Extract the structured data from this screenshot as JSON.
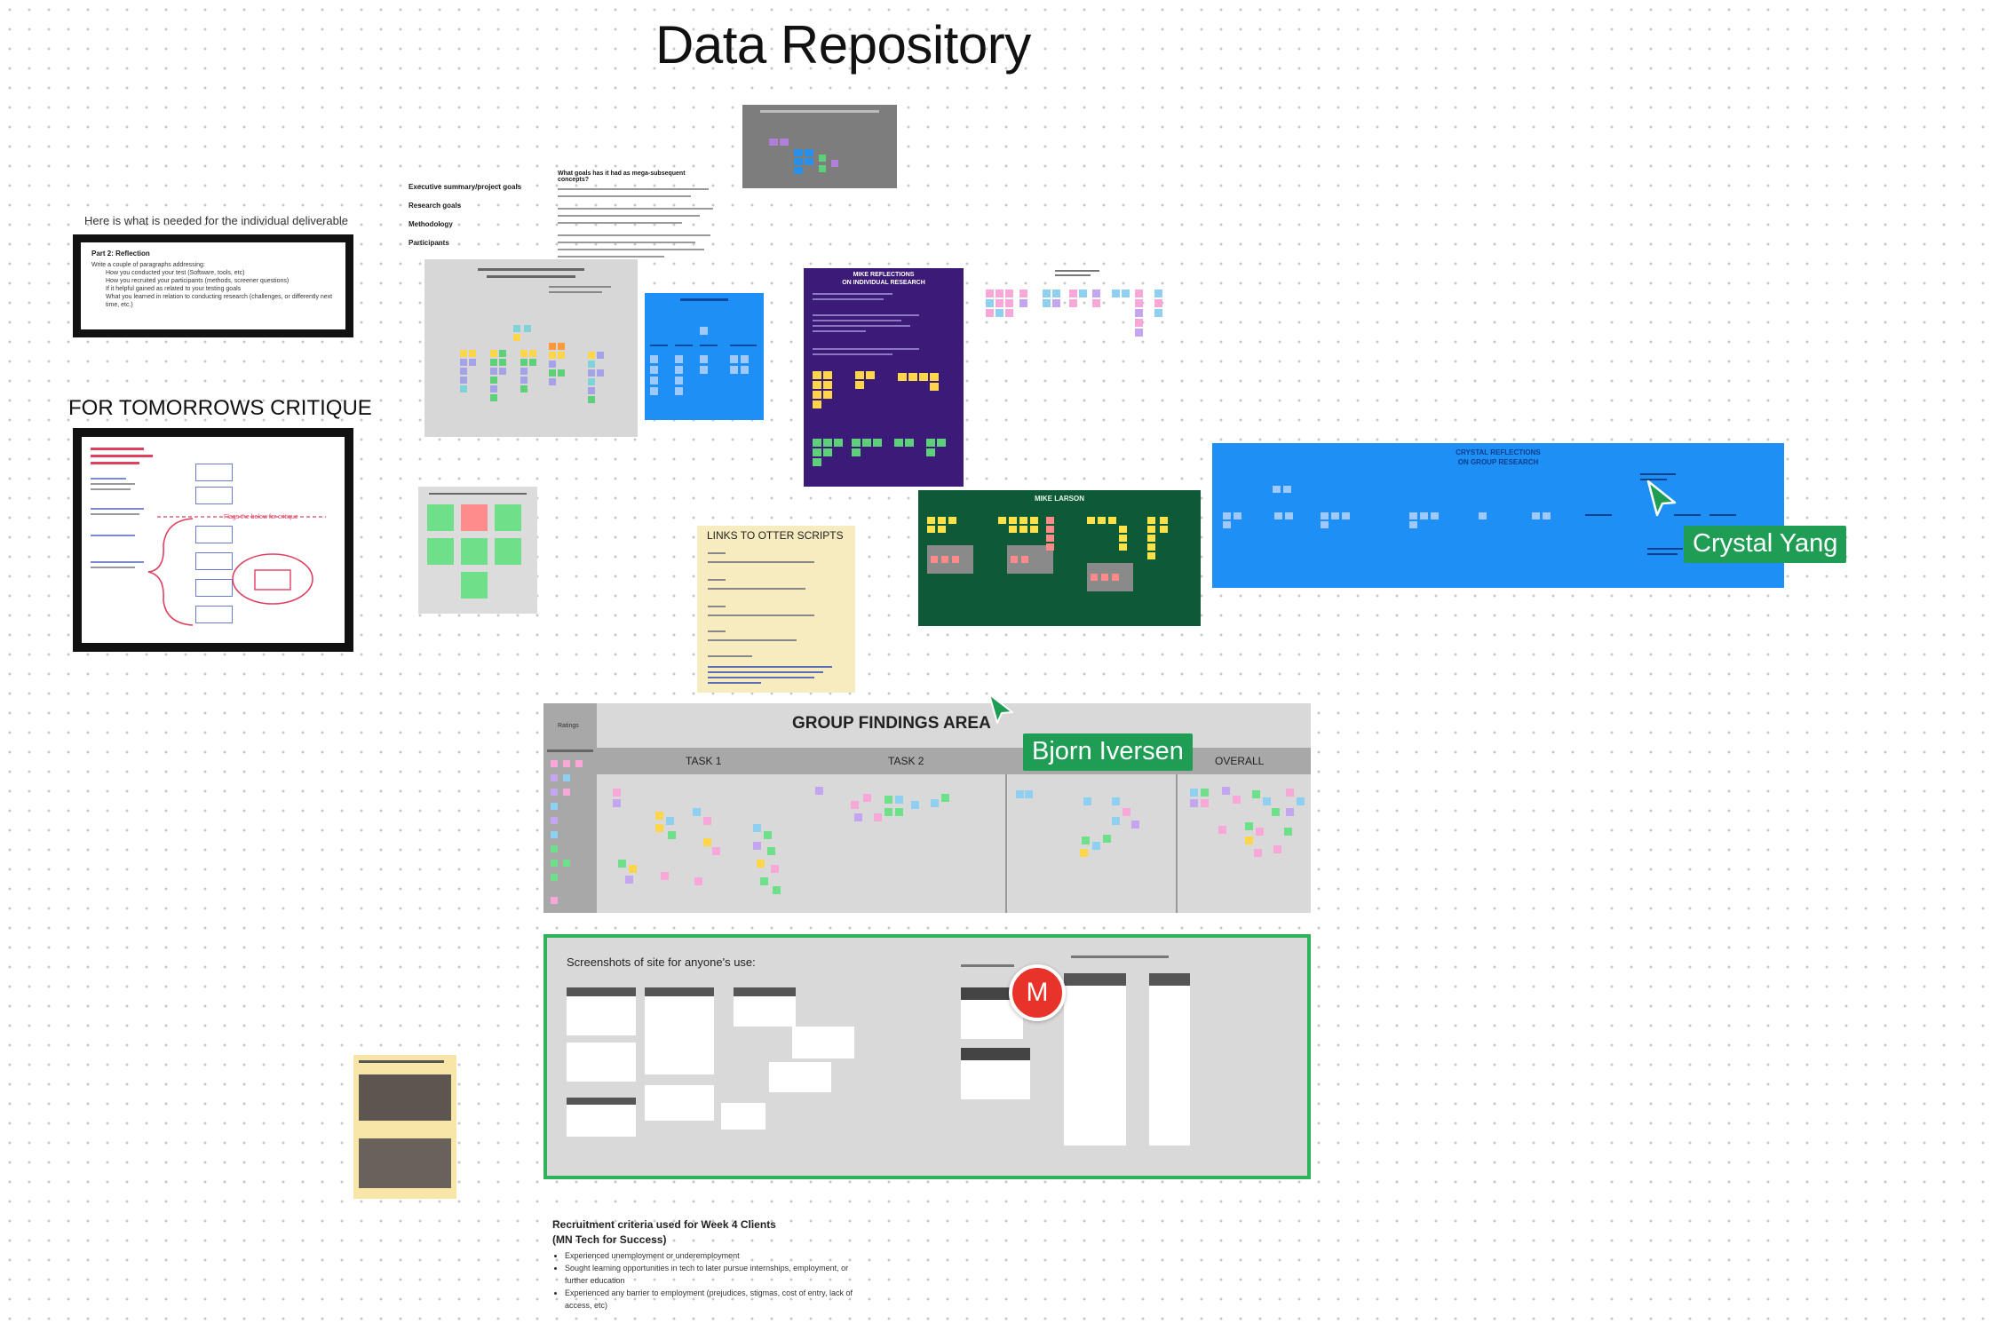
{
  "board": {
    "title": "Data Repository"
  },
  "deliverable": {
    "heading": "Here is what is needed for the individual deliverable",
    "part_title": "Part 2: Reflection",
    "items": [
      "Write a couple of paragraphs addressing:",
      "How you conducted your test (Software, tools, etc)",
      "How you recruited your participants (methods, screener questions)",
      "If it helpful gained as related to your testing goals",
      "What you learned in relation to conducting research (challenges, or differently next time, etc.)"
    ]
  },
  "critique": {
    "heading": "FOR TOMORROWS CRITIQUE",
    "flag_text": "Flags the below for critique"
  },
  "outline": {
    "labels": [
      "Executive summary/project goals",
      "Research goals",
      "Methodology",
      "Participants"
    ],
    "question": "What goals has it had as mega-subsequent concepts?"
  },
  "otter": {
    "title": "LINKS TO OTTER SCRIPTS"
  },
  "frames": {
    "mike": "MIKE LARSON",
    "crystal_line1": "CRYSTAL REFLECTIONS",
    "crystal_line2": "ON GROUP RESEARCH",
    "purple_line1": "MIKE REFLECTIONS",
    "purple_line2": "ON INDIVIDUAL RESEARCH"
  },
  "findings": {
    "title": "GROUP FINDINGS AREA",
    "side_label": "Ratings",
    "columns": [
      "TASK 1",
      "TASK 2",
      "OVERALL"
    ]
  },
  "screenshots": {
    "title": "Screenshots of site for anyone's use:"
  },
  "recruitment": {
    "title_line1": "Recruitment criteria used for Week 4 Clients",
    "title_line2": "(MN Tech for Success)",
    "items": [
      "Experienced unemployment or underemployment",
      "Sought learning opportunities in tech to later pursue internships, employment, or further education",
      "Experienced any barrier to employment (prejudices, stigmas, cost of entry, lack of access, etc)"
    ]
  },
  "collaborators": [
    {
      "name": "Crystal Yang",
      "color": "#1f9d55"
    },
    {
      "name": "Bjorn Iversen",
      "color": "#1f9d55"
    },
    {
      "name": "M",
      "color": "#e8332a"
    }
  ],
  "colors": {
    "blue": "#1e8ff5",
    "purple": "#3b1a78",
    "green": "#0f5a36",
    "otter": "#f7ebc0",
    "findings": "#d9d9d9",
    "screens_border": "#2eb35a"
  }
}
